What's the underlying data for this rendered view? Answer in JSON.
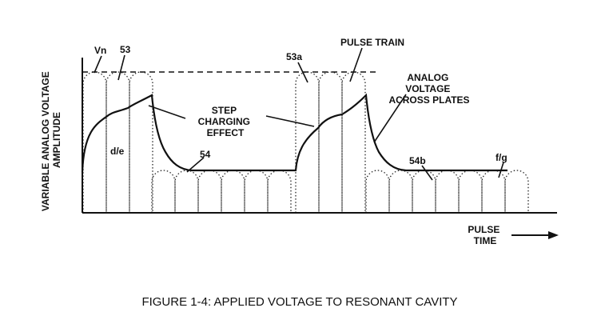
{
  "figure": {
    "labels": {
      "vn": "Vn",
      "l53": "53",
      "l53a": "53a",
      "pulse_train": "PULSE TRAIN",
      "analog_voltage": [
        "ANALOG",
        "VOLTAGE",
        "ACROSS PLATES"
      ],
      "step_charging": [
        "STEP",
        "CHARGING",
        "EFFECT"
      ],
      "l54": "54",
      "l54b": "54b",
      "de": "d/e",
      "fg": "f/g",
      "y_axis": [
        "VARIABLE ANALOG VOLTAGE",
        "AMPLITUDE"
      ],
      "x_axis": [
        "PULSE",
        "TIME"
      ]
    },
    "caption": "FIGURE 1-4: APPLIED VOLTAGE TO RESONANT CAVITY",
    "pulse_groups": [
      {
        "name": "high-group-1",
        "count": 3,
        "level": "high"
      },
      {
        "name": "low-group-1",
        "count": 6,
        "level": "low"
      },
      {
        "name": "high-group-2",
        "count": 3,
        "level": "high"
      },
      {
        "name": "low-group-2",
        "count": 7,
        "level": "low"
      }
    ]
  }
}
